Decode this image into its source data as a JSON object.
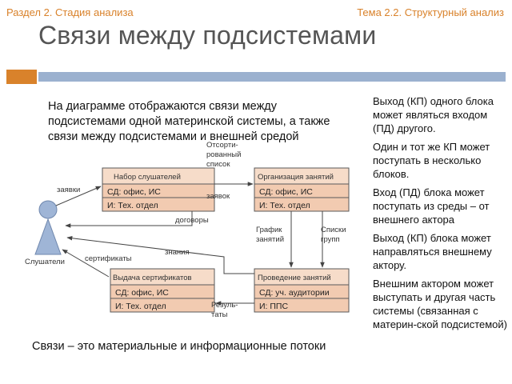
{
  "header": {
    "section": "Раздел 2. Стадия анализа",
    "topic": "Тема 2.2. Структурный анализ"
  },
  "title": "Связи между подсистемами",
  "intro": "На диаграмме отображаются связи между подсистемами одной материнской системы, а также связи между подсистемами и внешней средой",
  "diagram": {
    "actor": {
      "label": "Слушатели"
    },
    "boxes": [
      {
        "title": "Набор слушателей",
        "row1": "СД: офис, ИС",
        "row2": "И: Тех. отдел"
      },
      {
        "title": "Организация занятий",
        "row1": "СД: офис, ИС",
        "row2": "И: Тех. отдел"
      },
      {
        "title": "Выдача сертификатов",
        "row1": "СД: офис, ИС",
        "row2": "И: Тех. отдел"
      },
      {
        "title": "Проведение занятий",
        "row1": "СД: уч. аудитории",
        "row2": "И: ППС"
      }
    ],
    "labels": {
      "requests": "заявки",
      "sorted_list": [
        "Отсорти-",
        "рованный",
        "список",
        "заявок"
      ],
      "contracts": "договоры",
      "schedule": [
        "График",
        "занятий"
      ],
      "group_lists": [
        "Списки",
        "групп"
      ],
      "knowledge": "знания",
      "certificates": "сертификаты",
      "results": [
        "Резуль-",
        "таты"
      ]
    }
  },
  "notes": [
    "Выход (КП) одного блока может являться входом (ПД) другого.",
    "Один и тот же КП может поступать в несколько блоков.",
    "Вход (ПД) блока может поступать из среды – от внешнего актора",
    "Выход (КП) блока может направляться внешнему актору.",
    "Внешним актором может выступать и другая часть системы (связанная с материн-ской подсистемой)"
  ],
  "bottom": "Связи – это материальные и информационные потоки",
  "colors": {
    "accent": "#d9822b",
    "rule": "#9bb1cf",
    "box_fill": "#f6dcc9",
    "box_row_fill": "#f2cbb1",
    "box_border": "#5a5a5a",
    "actor_fill": "#9fb5d6",
    "title_text": "#555555"
  }
}
